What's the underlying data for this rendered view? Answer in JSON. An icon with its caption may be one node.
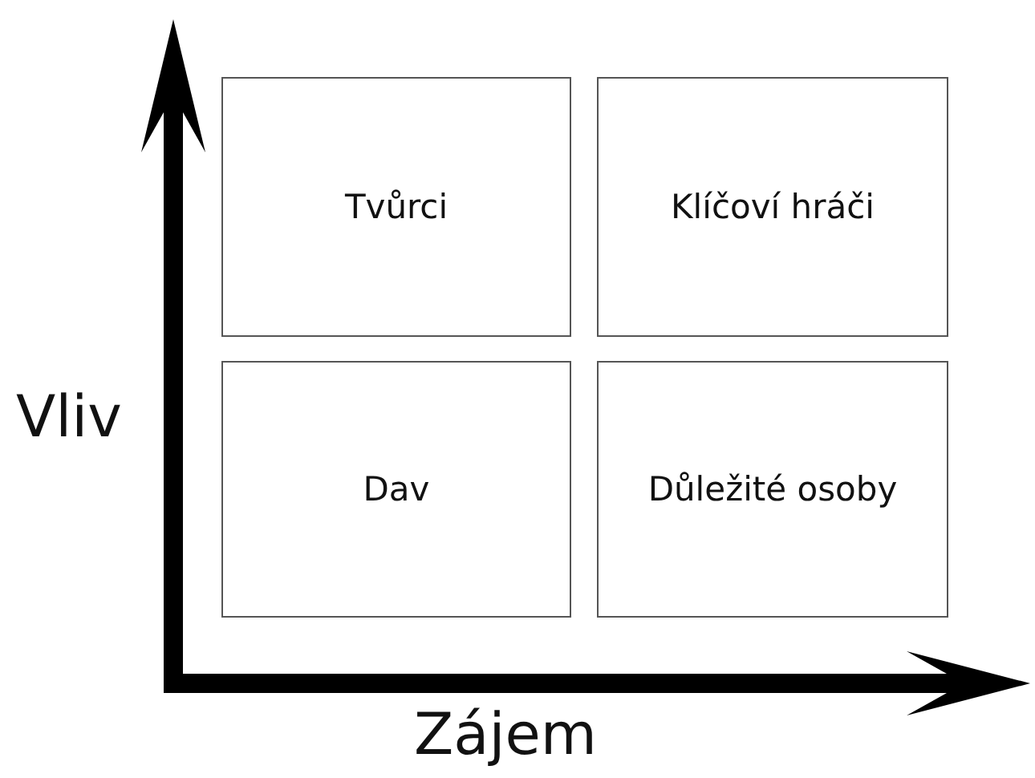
{
  "diagram": {
    "nodes": [
      {
        "text": [
          "Tvůrci"
        ]
      },
      {
        "text": [
          "Klíčoví hráči"
        ]
      },
      {
        "text": [
          "Dav"
        ]
      },
      {
        "text": [
          "Důležité osoby"
        ]
      }
    ],
    "labels": [
      "Vliv",
      "Zájem"
    ]
  }
}
